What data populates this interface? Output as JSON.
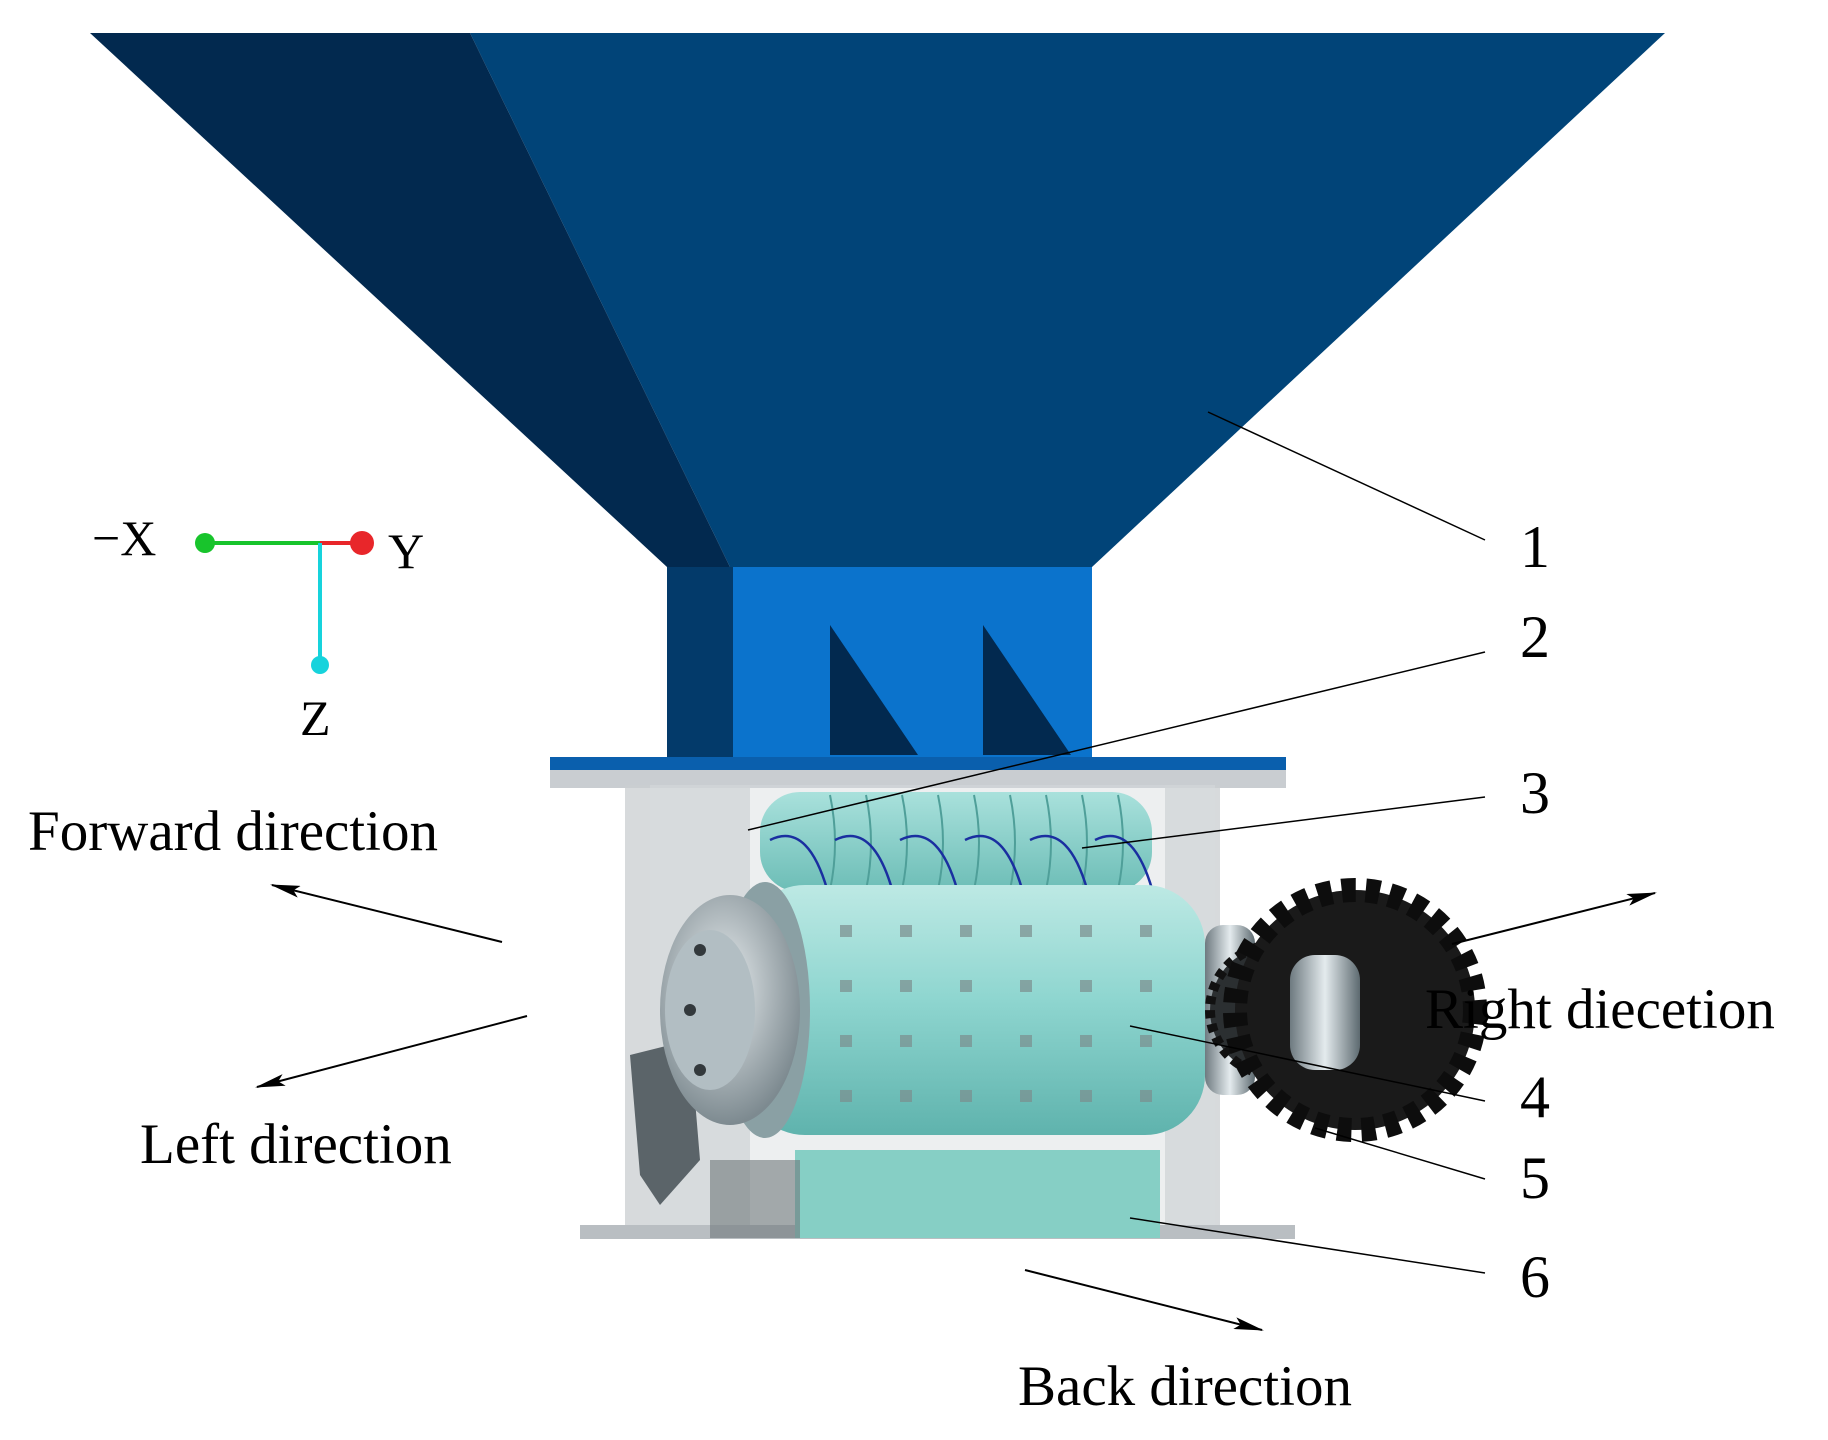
{
  "colors": {
    "hopper_dark": "#02294f",
    "hopper_main": "#014478",
    "hopper_neck": "#0b73cc",
    "roller_teal": "#8fd6d0",
    "sprocket": "#1a1a1a",
    "frame_grey": "#c9cdd0",
    "axis_x": "#18c42c",
    "axis_y": "#e8262a",
    "axis_z": "#16d3dc"
  },
  "axes": {
    "neg_x": "−X",
    "y": "Y",
    "z": "Z"
  },
  "directions": {
    "forward": "Forward direction",
    "left": "Left direction",
    "right": "Right diecetion",
    "back": "Back direction"
  },
  "callouts": [
    "1",
    "2",
    "3",
    "4",
    "5",
    "6"
  ]
}
